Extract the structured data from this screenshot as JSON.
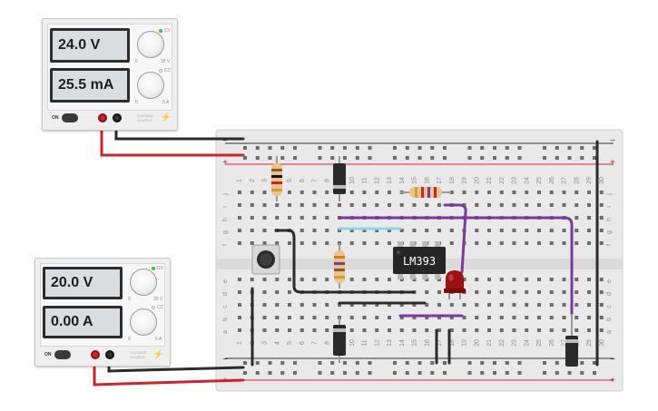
{
  "psu_top": {
    "voltage": "24.0 V",
    "current": "25.5 mA",
    "on_label": "ON",
    "cv_label": "CV",
    "cc_label": "CC",
    "v_knob_min": "0",
    "v_knob_max": "30 V",
    "a_knob_min": "0",
    "a_knob_max": "5 A",
    "brand": "VOLTAGE SOURCE"
  },
  "psu_bottom": {
    "voltage": "20.0 V",
    "current": "0.00 A",
    "on_label": "ON",
    "cv_label": "CV",
    "cc_label": "CC",
    "v_knob_min": "0",
    "v_knob_max": "30 V",
    "a_knob_min": "0",
    "a_knob_max": "5 A",
    "brand": "VOLTAGE SOURCE"
  },
  "breadboard": {
    "row_letters_top": [
      "j",
      "i",
      "h",
      "g",
      "f"
    ],
    "row_letters_bottom": [
      "e",
      "d",
      "c",
      "b",
      "a"
    ],
    "column_numbers": [
      "1",
      "2",
      "3",
      "4",
      "5",
      "6",
      "7",
      "8",
      "9",
      "10",
      "11",
      "12",
      "13",
      "14",
      "15",
      "16",
      "17",
      "18",
      "19",
      "20",
      "21",
      "22",
      "23",
      "24",
      "25",
      "26",
      "27",
      "28",
      "29",
      "30"
    ],
    "rail_minus": "−",
    "rail_plus": "+"
  },
  "ic": {
    "label": "LM393"
  },
  "colors": {
    "wire_red": "#d3202e",
    "wire_black": "#2b2b2b",
    "wire_purple": "#7a3a9a",
    "wire_blue": "#8fd3e8",
    "rail_red": "#d3202e",
    "rail_blue": "#333333",
    "led_red": "#9b1111",
    "resistor_body": "#e9c48b"
  }
}
